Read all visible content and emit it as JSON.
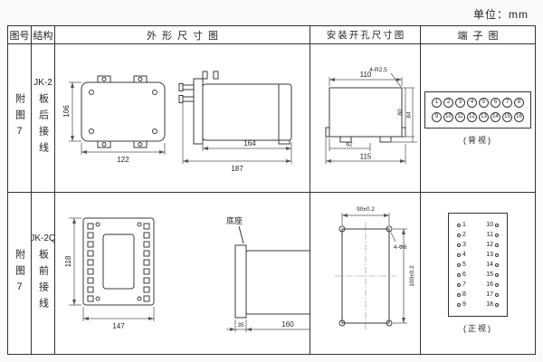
{
  "unit_label": "单位：mm",
  "headers": {
    "fig_no": "图号",
    "structure": "结构",
    "outline": "外形尺寸图",
    "cutout": "安装开孔尺寸图",
    "terminal": "端子图"
  },
  "row1": {
    "fig_no": "附图7",
    "model": "JK-2",
    "wiring": "板后接线",
    "outline": {
      "height": "106",
      "width": "122",
      "inner_depth": "164",
      "total_depth": "187"
    },
    "cutout": {
      "top_width": "110",
      "corner_note": "4-R2.5",
      "inner_height": "80",
      "total_height": "84",
      "inner_width": "62",
      "total_width": "115"
    },
    "terminal": {
      "nums1": [
        "1",
        "2",
        "3",
        "4",
        "5",
        "6",
        "7",
        "8"
      ],
      "nums2": [
        "9",
        "10",
        "11",
        "12",
        "13",
        "14",
        "15",
        "16"
      ],
      "caption": "(背视)"
    }
  },
  "row2": {
    "fig_no": "附图7",
    "model": "JK-2Q",
    "wiring": "板前接线",
    "outline": {
      "height": "118",
      "width": "147",
      "base_label": "底座",
      "base_depth": "35",
      "body_depth": "160"
    },
    "cutout": {
      "hole_span_w": "90±0.2",
      "hole_note": "4-Φ6",
      "hole_span_h": "100±0.2"
    },
    "terminal": {
      "left": [
        "1",
        "2",
        "3",
        "4",
        "5",
        "6",
        "7",
        "8",
        "9"
      ],
      "right": [
        "10",
        "11",
        "12",
        "13",
        "14",
        "15",
        "16",
        "17",
        "18"
      ],
      "caption": "(正视)"
    }
  }
}
